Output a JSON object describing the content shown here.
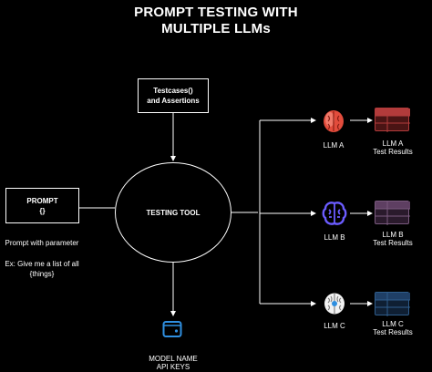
{
  "title": {
    "line1": "PROMPT TESTING WITH",
    "line2": "MULTIPLE LLMs"
  },
  "prompt_box": {
    "line1": "PROMPT",
    "line2": "{}"
  },
  "prompt_notes": {
    "line1": "Prompt with parameter",
    "line2": "Ex: Give me a list of all",
    "line3": "{things}"
  },
  "testcases_box": {
    "line1": "Testcases()",
    "line2": "and Assertions"
  },
  "testing_tool": {
    "label": "TESTING TOOL"
  },
  "model_config": {
    "line1": "MODEL NAME",
    "line2": "API KEYS"
  },
  "llms": [
    {
      "name": "LLM A",
      "result_line1": "LLM A",
      "result_line2": "Test Results",
      "color": "#e24c3c"
    },
    {
      "name": "LLM B",
      "result_line1": "LLM B",
      "result_line2": "Test Results",
      "color": "#6b5cff"
    },
    {
      "name": "LLM C",
      "result_line1": "LLM C",
      "result_line2": "Test Results",
      "color": "#e8e8e8"
    }
  ],
  "colors": {
    "table_a": "#b23b3b",
    "table_b": "#7a5a7e",
    "table_c": "#2f5d8c",
    "key_icon": "#2f8fe0"
  }
}
